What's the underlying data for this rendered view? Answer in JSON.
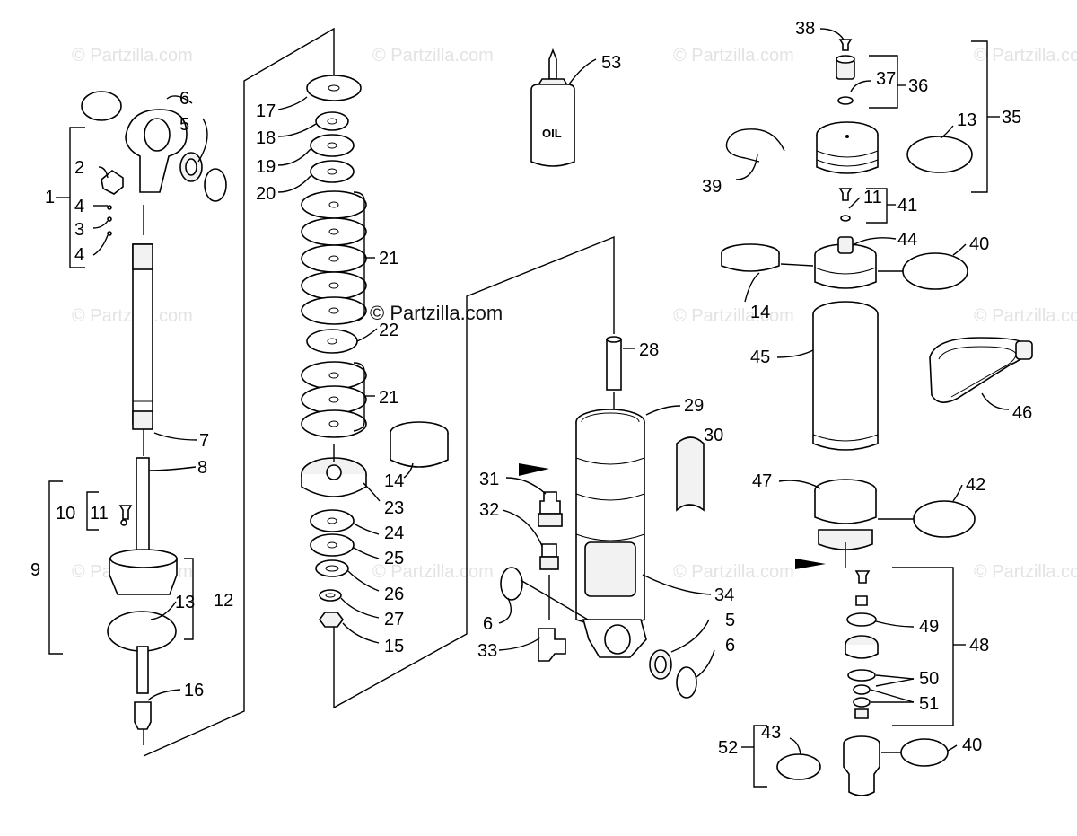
{
  "watermarks": {
    "main": "© Partzilla.com",
    "tile": "© Partzilla.com"
  },
  "bottle_label": "OIL",
  "callouts": {
    "c1": "1",
    "c2": "2",
    "c3": "3",
    "c4a": "4",
    "c4b": "4",
    "c5a": "5",
    "c6a": "6",
    "c7": "7",
    "c8": "8",
    "c9": "9",
    "c10": "10",
    "c11a": "11",
    "c12": "12",
    "c13a": "13",
    "c16": "16",
    "c17": "17",
    "c18": "18",
    "c19": "19",
    "c20": "20",
    "c21a": "21",
    "c22": "22",
    "c21b": "21",
    "c14a": "14",
    "c23": "23",
    "c24": "24",
    "c25": "25",
    "c26": "26",
    "c27": "27",
    "c15": "15",
    "c53": "53",
    "c28": "28",
    "c29": "29",
    "c30": "30",
    "c31": "31",
    "c32": "32",
    "c34": "34",
    "c6b": "6",
    "c33": "33",
    "c5b": "5",
    "c6c": "6",
    "c38": "38",
    "c37": "37",
    "c36": "36",
    "c35": "35",
    "c13b": "13",
    "c39": "39",
    "c11b": "11",
    "c41": "41",
    "c44": "44",
    "c40a": "40",
    "c14b": "14",
    "c45": "45",
    "c46": "46",
    "c47": "47",
    "c42": "42",
    "c49": "49",
    "c48": "48",
    "c50": "50",
    "c51": "51",
    "c52": "52",
    "c43": "43",
    "c40b": "40"
  }
}
